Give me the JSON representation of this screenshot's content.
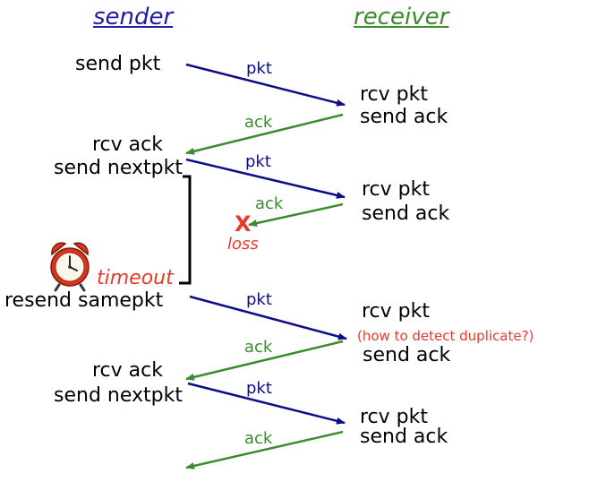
{
  "headers": {
    "sender": "sender",
    "receiver": "receiver"
  },
  "sender": {
    "send_pkt": "send pkt",
    "rcv_ack_1": "rcv ack",
    "send_nextpkt_1": "send nextpkt",
    "timeout": "timeout",
    "resend_samepkt": "resend samepkt",
    "rcv_ack_2": "rcv ack",
    "send_nextpkt_2": "send nextpkt"
  },
  "receiver": {
    "rcv_pkt_1": "rcv pkt",
    "send_ack_1": "send ack",
    "rcv_pkt_2": "rcv pkt",
    "send_ack_2": "send ack",
    "rcv_pkt_3": "rcv pkt",
    "duplicate_note": "(how to detect duplicate?)",
    "send_ack_3": "send ack",
    "rcv_pkt_4": "rcv pkt",
    "send_ack_4": "send ack"
  },
  "messages": {
    "pkt_1": "pkt",
    "ack_1": "ack",
    "pkt_2": "pkt",
    "ack_2": "ack",
    "loss_mark": "X",
    "loss": "loss",
    "pkt_3": "pkt",
    "ack_3": "ack",
    "pkt_4": "pkt",
    "ack_4": "ack"
  },
  "icons": {
    "timer": "alarm-clock-icon",
    "loss": "loss-x-icon"
  },
  "colors": {
    "sender_header": "#1c1ca8",
    "receiver_header": "#3c8a2e",
    "pkt": "#0d0d8a",
    "ack": "#3c8a2e",
    "alert": "#e53b2c",
    "text": "#000000"
  }
}
